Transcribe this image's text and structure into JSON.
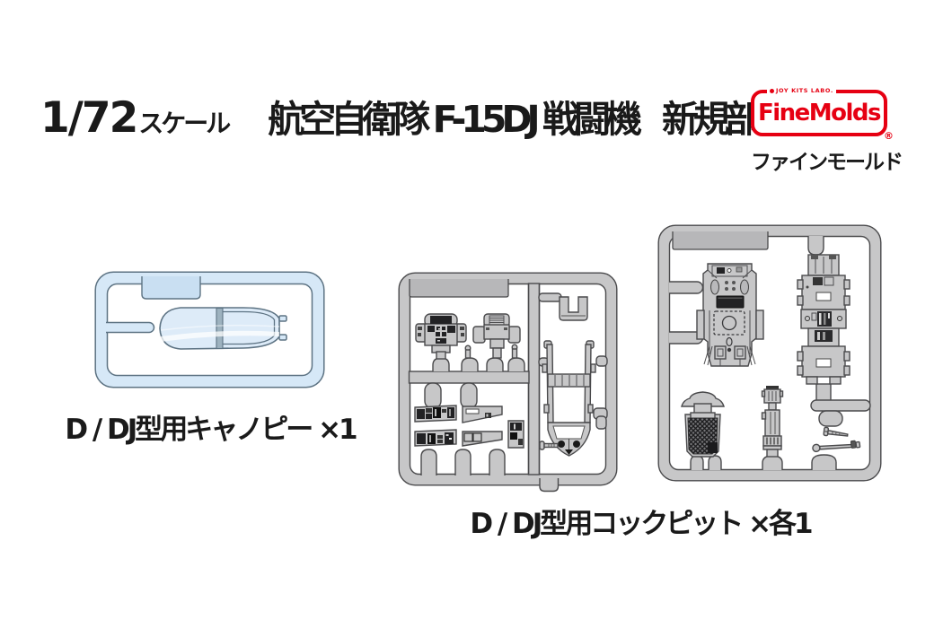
{
  "header": {
    "scale_number": "1/72",
    "scale_suffix": "スケール",
    "title": "航空自衛隊 F-15DJ 戦闘機",
    "subtitle": "新規部品"
  },
  "logo": {
    "tagline": "JOY KITS LABO.",
    "brand": "FineMolds",
    "registered_mark": "®",
    "brand_japanese": "ファインモールド"
  },
  "parts": {
    "canopy": {
      "label": "D / DJ型用キャノピー ×1"
    },
    "cockpit": {
      "label": "D / DJ型用コックピット ×各1"
    }
  },
  "colors": {
    "logo_red": "#e60012",
    "text_black": "#1a1a1a",
    "clear_fill": "#d6e8f7",
    "clear_part": "#ddebf8",
    "clear_tag": "#c9dff2",
    "clear_line": "#5d7383",
    "gray_fill": "#c7c7c8",
    "gray_tag": "#b7b7b9",
    "gray_line": "#4a4a4c",
    "detail_dark": "#222224"
  }
}
